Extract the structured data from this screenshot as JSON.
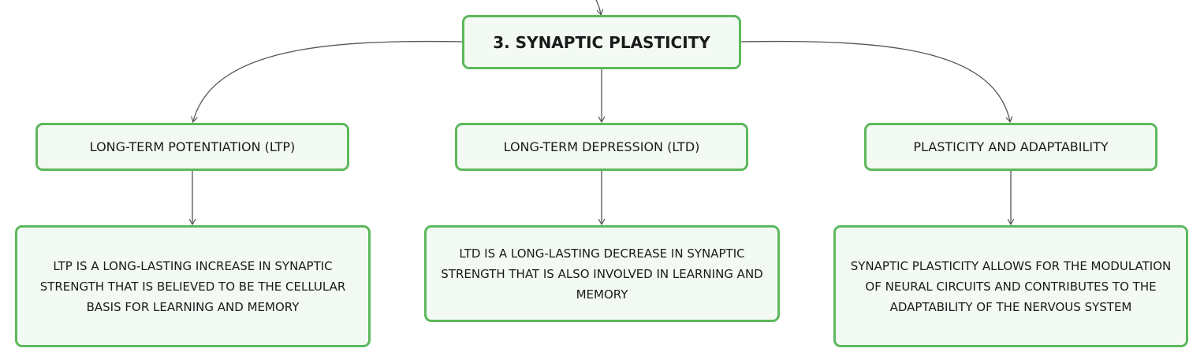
{
  "colors": {
    "node_border": "#5cb85c",
    "node_fill": "#f3faf3",
    "link": "#555555"
  },
  "root": {
    "label": "3. SYNAPTIC PLASTICITY"
  },
  "branches": [
    {
      "label": "LONG-TERM POTENTIATION (LTP)",
      "detail": "LTP IS A LONG-LASTING INCREASE IN SYNAPTIC STRENGTH THAT IS BELIEVED TO BE THE CELLULAR BASIS FOR LEARNING AND MEMORY"
    },
    {
      "label": "LONG-TERM DEPRESSION (LTD)",
      "detail": "LTD IS A LONG-LASTING DECREASE IN SYNAPTIC STRENGTH THAT IS ALSO INVOLVED IN LEARNING AND MEMORY"
    },
    {
      "label": "PLASTICITY AND ADAPTABILITY",
      "detail": "SYNAPTIC PLASTICITY ALLOWS FOR THE MODULATION OF NEURAL CIRCUITS AND CONTRIBUTES TO THE ADAPTABILITY OF THE NERVOUS SYSTEM"
    }
  ]
}
